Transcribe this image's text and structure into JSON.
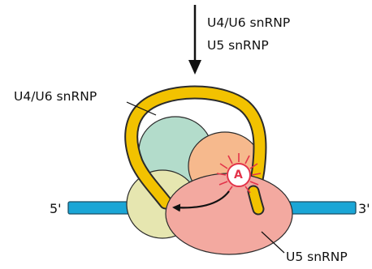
{
  "arrow_labels": {
    "line1": "U4/U6 snRNP",
    "line2": "U5 snRNP"
  },
  "labels": {
    "u4u6": "U4/U6 snRNP",
    "u5": "U5 snRNP",
    "five_prime": "5'",
    "three_prime": "3'",
    "branch_point": "A"
  },
  "colors": {
    "rna_strand": "#1aa6d6",
    "snrna_loop": "#f2c200",
    "snrna_outline": "#2b2b2b",
    "protein_teal": "#b3dccb",
    "protein_orange": "#f6b98d",
    "protein_yellow": "#e6e6b0",
    "protein_pink": "#f3a9a0",
    "branch_rays": "#e3344a"
  }
}
